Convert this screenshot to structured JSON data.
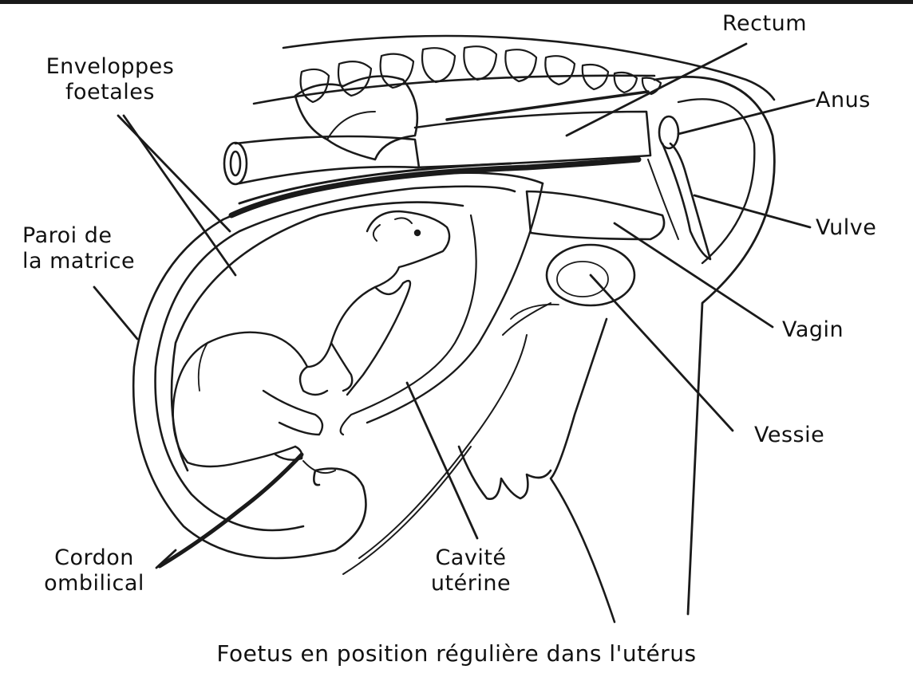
{
  "labels": {
    "rectum": "Rectum",
    "enveloppes_line1": "Enveloppes",
    "enveloppes_line2": "foetales",
    "anus": "Anus",
    "paroi_line1": "Paroi de",
    "paroi_line2": "la matrice",
    "vulve": "Vulve",
    "vagin": "Vagin",
    "vessie": "Vessie",
    "cordon_line1": "Cordon",
    "cordon_line2": "ombilical",
    "cavite_line1": "Cavité",
    "cavite_line2": "utérine"
  },
  "caption": "Foetus en position régulière dans l'utérus",
  "colors": {
    "ink": "#1a1a1a",
    "paper": "#ffffff"
  }
}
